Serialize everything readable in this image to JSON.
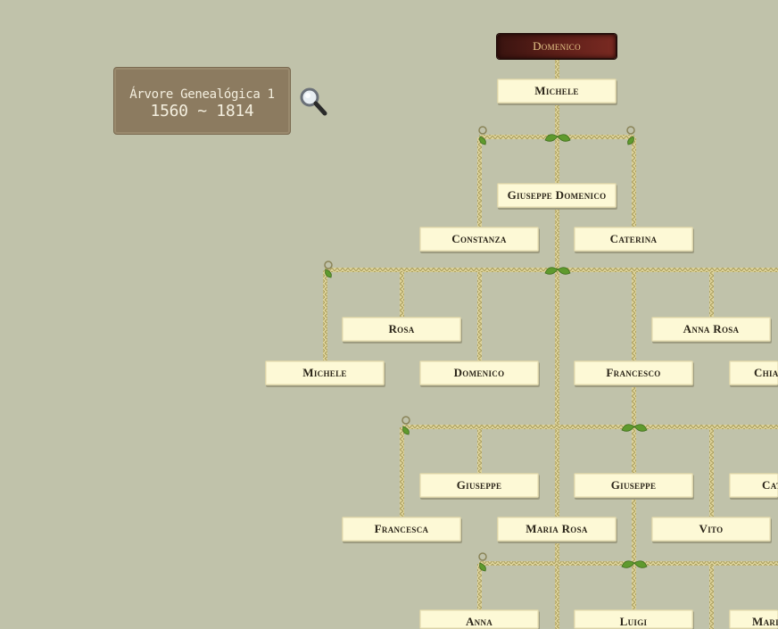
{
  "title": {
    "line1": "Árvore Genealógica 1",
    "line2": "1560 ~ 1814"
  },
  "zoom_icon": "magnifier-icon",
  "colors": {
    "background": "#c0c2aa",
    "plaque": "#8c7b60",
    "card": "#fdf9d6",
    "rope": "#d4c98a",
    "leaf": "#5f9a2e"
  },
  "people": [
    {
      "id": "domenico-root",
      "name": "Domenico",
      "root": true
    },
    {
      "id": "michele-1",
      "name": "Michele"
    },
    {
      "id": "giuseppe-domenico",
      "name": "Giuseppe Domenico"
    },
    {
      "id": "constanza",
      "name": "Constanza"
    },
    {
      "id": "caterina-1",
      "name": "Caterina"
    },
    {
      "id": "rosa",
      "name": "Rosa"
    },
    {
      "id": "anna-rosa",
      "name": "Anna Rosa"
    },
    {
      "id": "michele-2",
      "name": "Michele"
    },
    {
      "id": "domenico-2",
      "name": "Domenico"
    },
    {
      "id": "francesco",
      "name": "Francesco"
    },
    {
      "id": "chia-partial",
      "name": "Chia"
    },
    {
      "id": "giuseppe-1",
      "name": "Giuseppe"
    },
    {
      "id": "giuseppe-2",
      "name": "Giuseppe"
    },
    {
      "id": "cat-partial",
      "name": "Cat"
    },
    {
      "id": "francesca",
      "name": "Francesca"
    },
    {
      "id": "maria-rosa",
      "name": "Maria Rosa"
    },
    {
      "id": "vito",
      "name": "Vito"
    },
    {
      "id": "anna",
      "name": "Anna"
    },
    {
      "id": "luigi",
      "name": "Luigi"
    },
    {
      "id": "mari-partial",
      "name": "Mari"
    }
  ]
}
